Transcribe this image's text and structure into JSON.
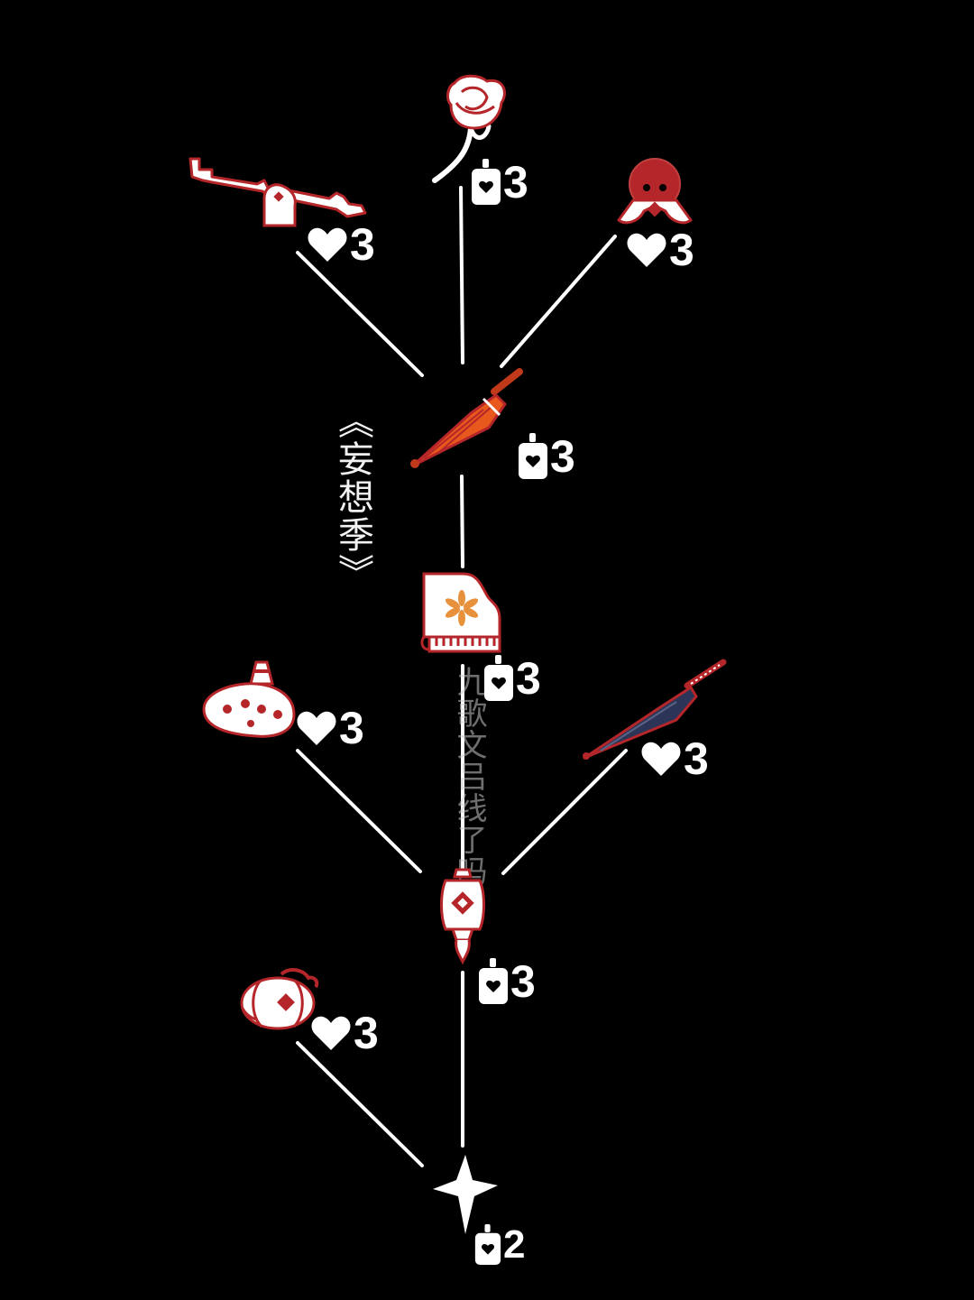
{
  "season_title": "《妄想季》",
  "watermark": "九歌文吕线了吗",
  "colors": {
    "background": "#000000",
    "line": "#ffffff",
    "accent_red": "#b5262a",
    "umbrella_orange": "#e8581c",
    "umbrella_navy": "#2c3557"
  },
  "nodes": [
    {
      "id": "rose",
      "icon": "rose-icon",
      "cost": {
        "currency": "candle",
        "amount": "3"
      }
    },
    {
      "id": "seesaw",
      "icon": "seesaw-icon",
      "cost": {
        "currency": "heart",
        "amount": "3"
      }
    },
    {
      "id": "octopus-hat",
      "icon": "octopus-hat-icon",
      "cost": {
        "currency": "heart",
        "amount": "3"
      }
    },
    {
      "id": "orange-umbrella",
      "icon": "orange-umbrella-icon",
      "cost": {
        "currency": "candle",
        "amount": "3"
      }
    },
    {
      "id": "piano",
      "icon": "piano-icon",
      "cost": {
        "currency": "candle",
        "amount": "3"
      }
    },
    {
      "id": "ocarina",
      "icon": "ocarina-icon",
      "cost": {
        "currency": "heart",
        "amount": "3"
      }
    },
    {
      "id": "navy-umbrella",
      "icon": "navy-umbrella-icon",
      "cost": {
        "currency": "heart",
        "amount": "3"
      }
    },
    {
      "id": "lantern",
      "icon": "lantern-icon",
      "cost": {
        "currency": "candle",
        "amount": "3"
      }
    },
    {
      "id": "pumpkin",
      "icon": "pumpkin-icon",
      "cost": {
        "currency": "heart",
        "amount": "3"
      }
    },
    {
      "id": "star",
      "icon": "spirit-star-icon",
      "cost": {
        "currency": "candle",
        "amount": "2"
      }
    }
  ]
}
